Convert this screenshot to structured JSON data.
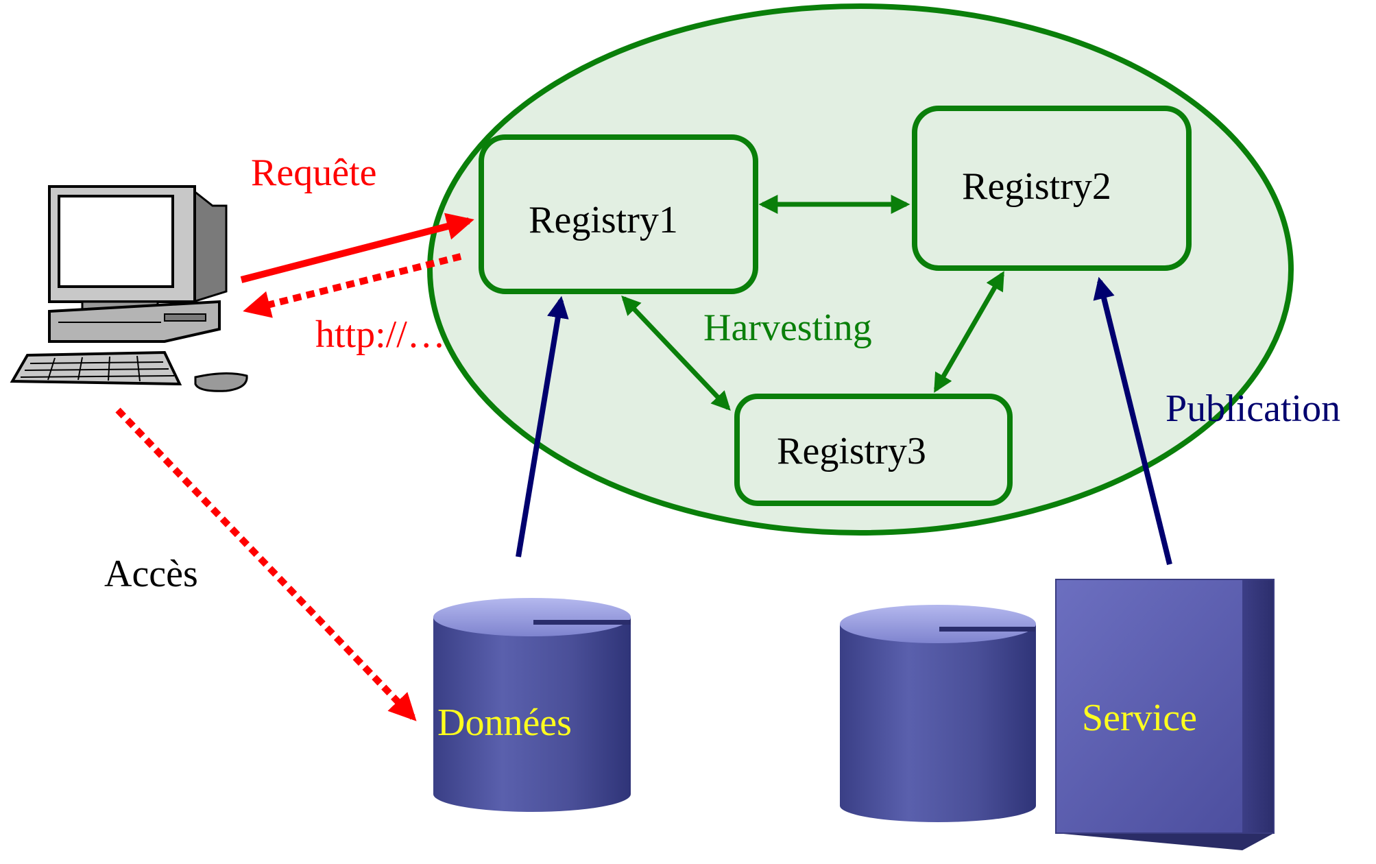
{
  "labels": {
    "requete": "Requête",
    "http": "http://…",
    "harvesting": "Harvesting",
    "publication": "Publication",
    "acces": "Accès",
    "donnees": "Données",
    "service": "Service"
  },
  "registries": {
    "r1": "Registry1",
    "r2": "Registry2",
    "r3": "Registry3"
  },
  "colors": {
    "red": "#ff0000",
    "green": "#0a7f0a",
    "green_fill": "#e2efe2",
    "navy": "#00006e",
    "yellow": "#ffff1e",
    "cylinder": "#4a4f98",
    "service_box": "#5556a6"
  },
  "icons": {
    "client": "computer-icon",
    "data_store": "database-icon",
    "service_store": "database-icon",
    "service_server": "server-cube-icon"
  }
}
